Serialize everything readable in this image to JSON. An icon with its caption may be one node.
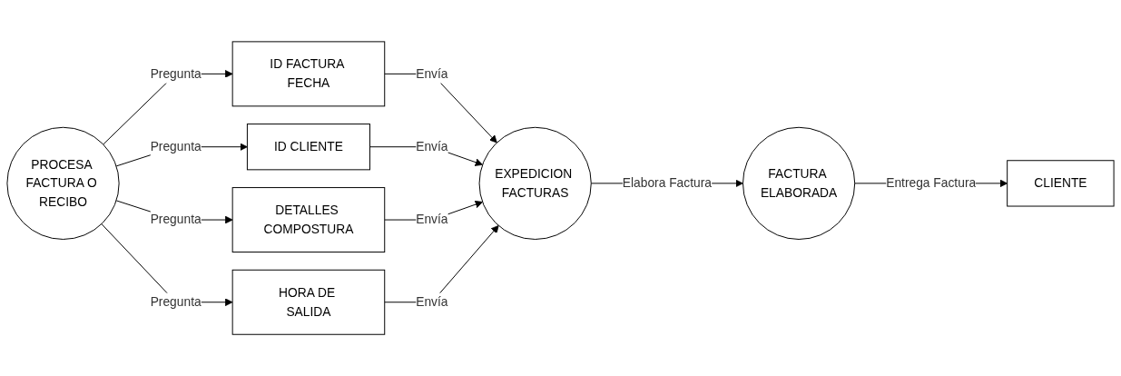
{
  "diagram": {
    "nodes": [
      {
        "text": [
          "PROCESA FACTURA O RECIBO"
        ]
      },
      {
        "text": [
          "ID FACTURA FECHA"
        ]
      },
      {
        "text": [
          "ID CLIENTE"
        ]
      },
      {
        "text": [
          "DETALLES COMPOSTURA"
        ]
      },
      {
        "text": [
          "HORA DE SALIDA"
        ]
      },
      {
        "text": [
          "EXPEDICION FACTURAS"
        ]
      },
      {
        "text": [
          "FACTURA ELABORADA"
        ]
      },
      {
        "text": [
          "CLIENTE"
        ]
      }
    ],
    "edges": [
      {
        "from": 0,
        "to": 1,
        "arrow": "to",
        "label": "Pregunta"
      },
      {
        "from": 0,
        "to": 2,
        "arrow": "to",
        "label": "Pregunta"
      },
      {
        "from": 0,
        "to": 3,
        "arrow": "to",
        "label": "Pregunta"
      },
      {
        "from": 0,
        "to": 4,
        "arrow": "to",
        "label": "Pregunta"
      },
      {
        "from": 1,
        "to": 5,
        "arrow": "to",
        "label": "Envía"
      },
      {
        "from": 2,
        "to": 5,
        "arrow": "to",
        "label": "Envía"
      },
      {
        "from": 3,
        "to": 5,
        "arrow": "to",
        "label": "Envía"
      },
      {
        "from": 4,
        "to": 5,
        "arrow": "to",
        "label": "Envía"
      },
      {
        "from": 5,
        "to": 6,
        "arrow": "to",
        "label": "Elabora Factura"
      },
      {
        "from": 6,
        "to": 7,
        "arrow": "to",
        "label": "Entrega Factura"
      }
    ]
  }
}
